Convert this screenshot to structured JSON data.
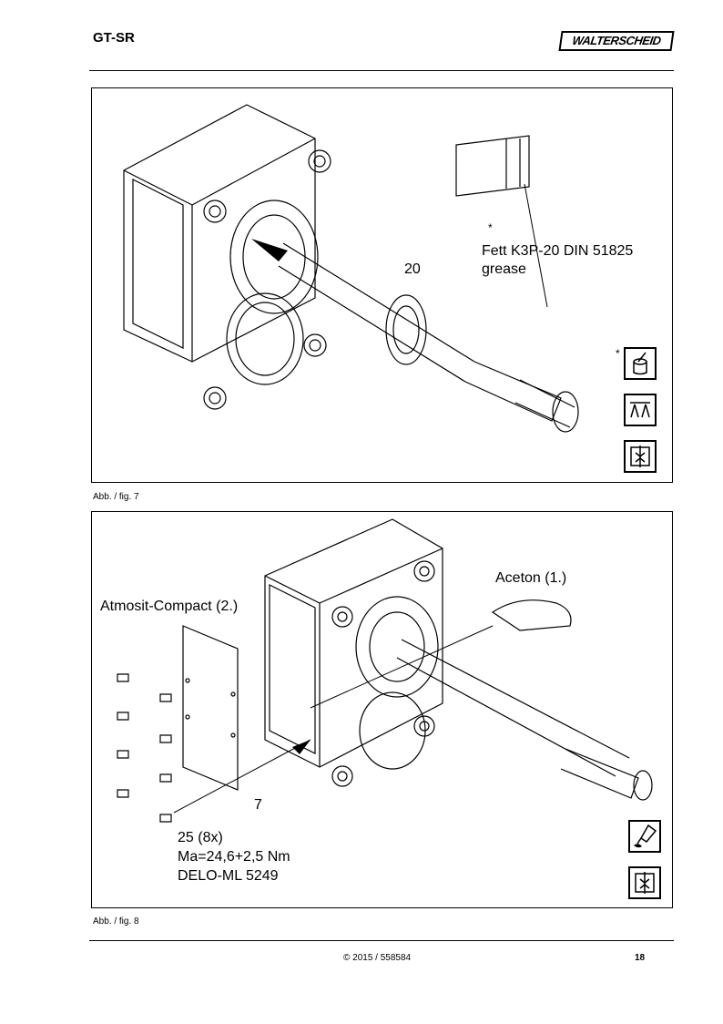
{
  "header": {
    "title": "GT-SR",
    "brand": "WALTERSCHEID"
  },
  "figure7": {
    "caption": "Abb. / fig. 7",
    "part_number": "20",
    "note_marker": "*",
    "grease_line1": "Fett K3P-20 DIN 51825",
    "grease_line2": "grease",
    "icon_marker": "*"
  },
  "figure8": {
    "caption": "Abb. / fig. 8",
    "aceton_label": "Aceton (1.)",
    "sealant_label": "Atmosit-Compact (2.)",
    "part_number": "7",
    "bolts_line1": "25 (8x)",
    "bolts_line2": "Ma=24,6+2,5 Nm",
    "bolts_line3": "DELO-ML 5249"
  },
  "footer": {
    "copyright": "© 2015 / 558584",
    "page_number": "18"
  },
  "icons": {
    "fig7": [
      "grease-pot-icon",
      "press-fit-icon",
      "insert-icon"
    ],
    "fig8": [
      "glue-tube-icon",
      "insert-icon"
    ]
  }
}
